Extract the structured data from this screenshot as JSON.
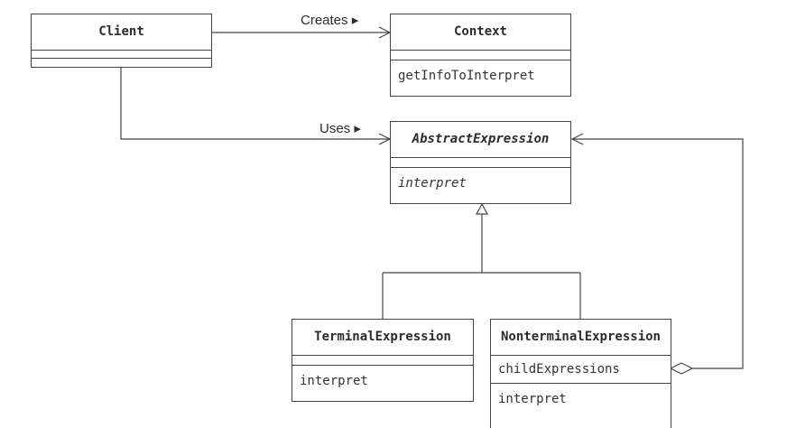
{
  "diagram": {
    "classes": {
      "client": {
        "name": "Client"
      },
      "context": {
        "name": "Context",
        "operation": "getInfoToInterpret"
      },
      "abstract": {
        "name": "AbstractExpression",
        "operation": "interpret"
      },
      "terminal": {
        "name": "TerminalExpression",
        "operation": "interpret"
      },
      "nonterminal": {
        "name": "NonterminalExpression",
        "field": "childExpressions",
        "operation": "interpret"
      }
    },
    "edges": {
      "creates": "Creates ▸",
      "uses": "Uses ▸"
    }
  }
}
